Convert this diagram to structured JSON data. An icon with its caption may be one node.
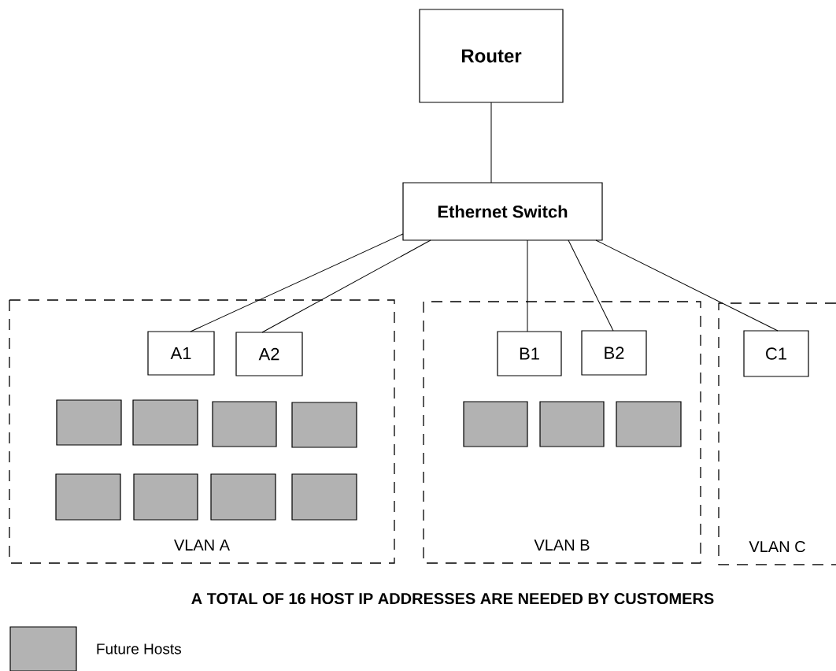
{
  "diagram": {
    "caption": "A TOTAL OF 16 HOST IP ADDRESSES ARE NEEDED BY CUSTOMERS",
    "nodes": [
      {
        "text": [
          "Router"
        ]
      },
      {
        "text": [
          "Ethernet Switch"
        ]
      },
      {
        "text": [
          "VLAN A"
        ]
      },
      {
        "text": [
          "A1"
        ],
        "in": 2
      },
      {
        "text": [
          "A2"
        ],
        "in": 2
      },
      {
        "text": [],
        "shape": "box",
        "in": 2
      },
      {
        "text": [],
        "shape": "box",
        "in": 2
      },
      {
        "text": [],
        "shape": "box",
        "in": 2
      },
      {
        "text": [],
        "shape": "box",
        "in": 2
      },
      {
        "text": [],
        "shape": "box",
        "in": 2
      },
      {
        "text": [],
        "shape": "box",
        "in": 2
      },
      {
        "text": [],
        "shape": "box",
        "in": 2
      },
      {
        "text": [],
        "shape": "box",
        "in": 2
      },
      {
        "text": [
          "VLAN B"
        ]
      },
      {
        "text": [
          "B1"
        ],
        "in": 13
      },
      {
        "text": [
          "B2"
        ],
        "in": 13
      },
      {
        "text": [],
        "shape": "box",
        "in": 13
      },
      {
        "text": [],
        "shape": "box",
        "in": 13
      },
      {
        "text": [],
        "shape": "box",
        "in": 13
      },
      {
        "text": [
          "VLAN C"
        ]
      },
      {
        "text": [
          "C1"
        ],
        "in": 19
      }
    ],
    "edges": [
      {
        "from": 0,
        "to": 1,
        "arrow": "none"
      },
      {
        "from": 1,
        "to": 3,
        "arrow": "none"
      },
      {
        "from": 1,
        "to": 4,
        "arrow": "none"
      },
      {
        "from": 1,
        "to": 14,
        "arrow": "none"
      },
      {
        "from": 1,
        "to": 15,
        "arrow": "none"
      },
      {
        "from": 1,
        "to": 20,
        "arrow": "none"
      }
    ],
    "legend": [
      {
        "text": "Future Hosts",
        "color": "#b3b3b3"
      }
    ]
  }
}
